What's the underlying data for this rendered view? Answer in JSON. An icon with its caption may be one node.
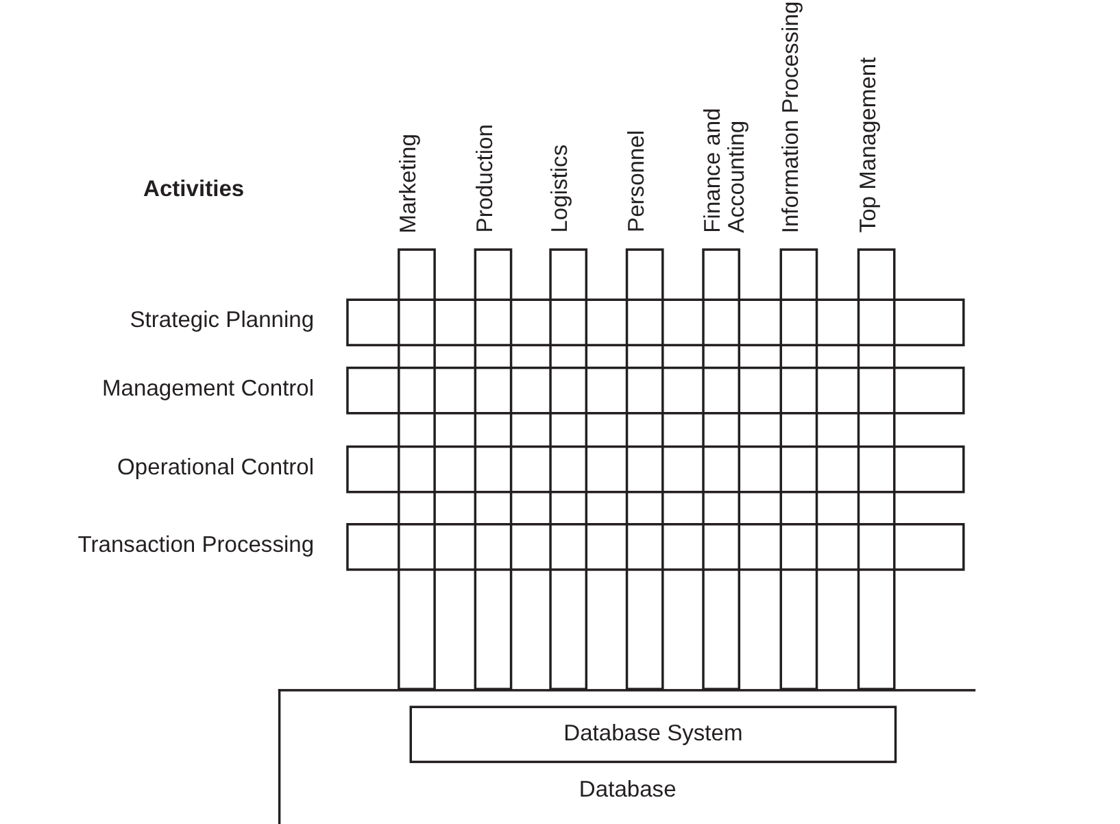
{
  "diagram": {
    "nodes": [
      {
        "text": [
          "Marketing"
        ]
      },
      {
        "text": [
          "Production"
        ]
      },
      {
        "text": [
          "Logistics"
        ]
      },
      {
        "text": [
          "Personnel"
        ]
      },
      {
        "text": [
          "Finance and Accounting"
        ]
      },
      {
        "text": [
          "Information Processing"
        ]
      },
      {
        "text": [
          "Top Management"
        ]
      },
      {
        "text": [
          "Strategic Planning"
        ]
      },
      {
        "text": [
          "Management Control"
        ]
      },
      {
        "text": [
          "Operational Control"
        ]
      },
      {
        "text": [
          "Transaction Processing"
        ]
      },
      {
        "text": [
          "Database"
        ]
      },
      {
        "text": [
          "Database System"
        ],
        "in": 11
      }
    ],
    "labels": [
      "Activities"
    ]
  }
}
